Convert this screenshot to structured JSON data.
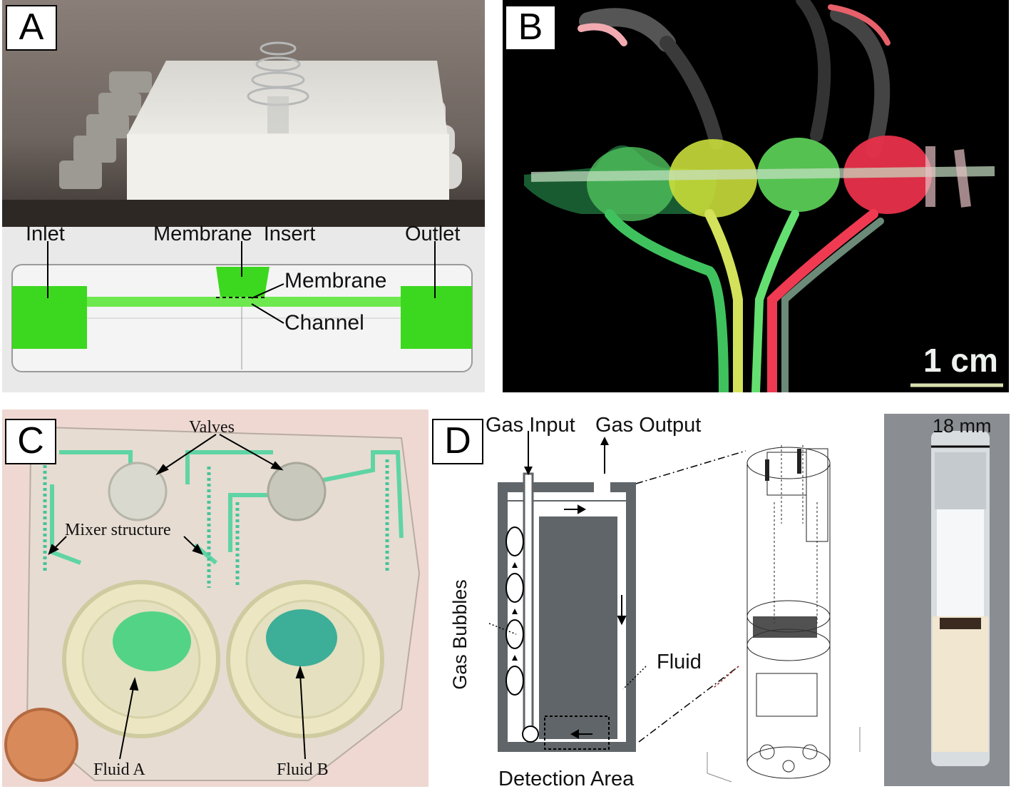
{
  "panels": {
    "a": {
      "letter": "A",
      "labels": {
        "inlet": "Inlet",
        "membrane_insert": "Membrane  Insert",
        "outlet": "Outlet",
        "membrane": "Membrane",
        "channel": "Channel"
      }
    },
    "b": {
      "letter": "B",
      "scale_bar": "1 cm"
    },
    "c": {
      "letter": "C",
      "labels": {
        "valves": "Valves",
        "mixer": "Mixer structure",
        "fluid_a": "Fluid A",
        "fluid_b": "Fluid B"
      }
    },
    "d": {
      "letter": "D",
      "labels": {
        "gas_input": "Gas Input",
        "gas_output": "Gas Output",
        "gas_bubbles": "Gas Bubbles",
        "fluid": "Fluid",
        "detection_area": "Detection Area",
        "scale": "18 mm"
      }
    }
  },
  "colors": {
    "green": "#39e01c",
    "teal": "#35c7a6",
    "device_gray": "#5f6568",
    "black_bg": "#000000"
  }
}
